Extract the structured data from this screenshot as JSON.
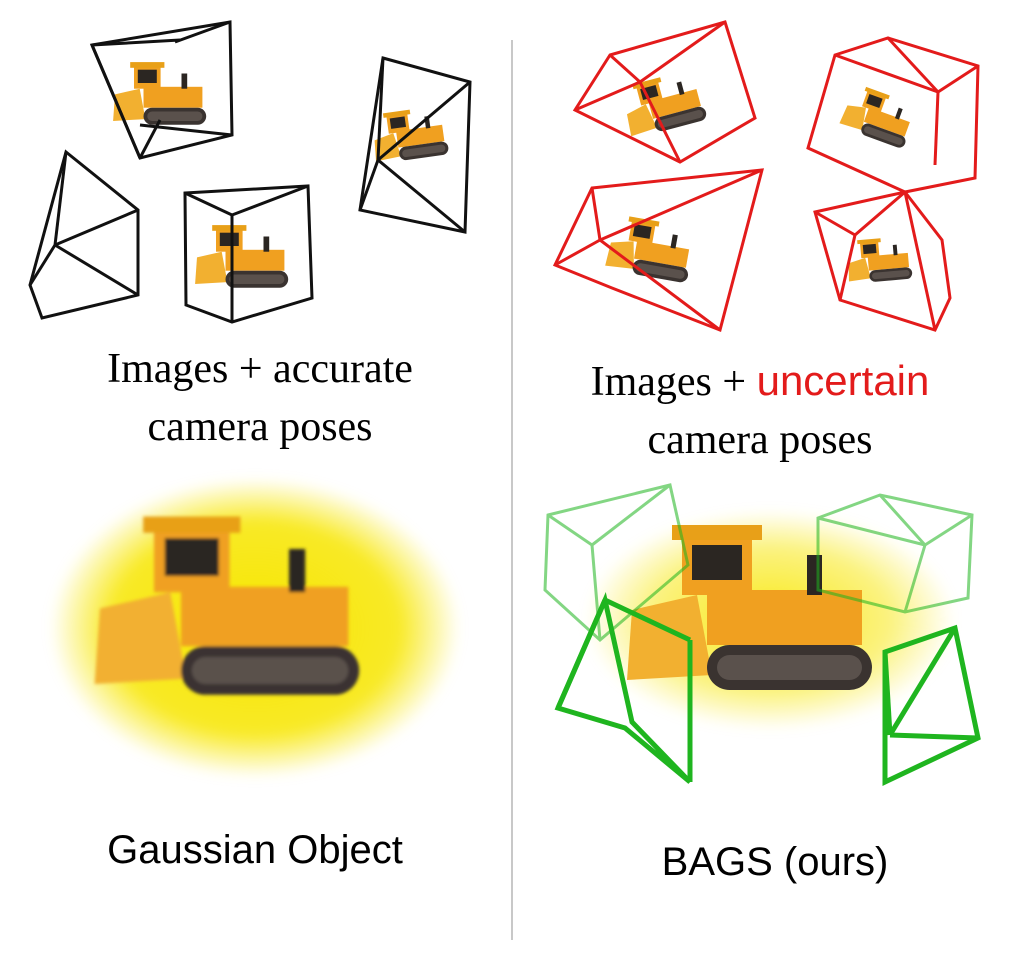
{
  "panels": {
    "top_left": {
      "caption_line1": "Images + accurate",
      "caption_line2": "camera poses"
    },
    "top_right": {
      "caption_prefix": "Images + ",
      "caption_highlight": "uncertain",
      "caption_line2": "camera poses"
    },
    "bottom_left": {
      "caption": "Gaussian Object"
    },
    "bottom_right": {
      "caption": "BAGS (ours)"
    }
  },
  "colors": {
    "accurate_camera": "#111111",
    "uncertain_camera": "#e31b1b",
    "optimized_camera": "#1fb51f",
    "gaussian_halo": "#f7e600",
    "bulldozer_body": "#f0a020"
  },
  "icons": [
    "camera-frustum-icon",
    "bulldozer-icon"
  ]
}
